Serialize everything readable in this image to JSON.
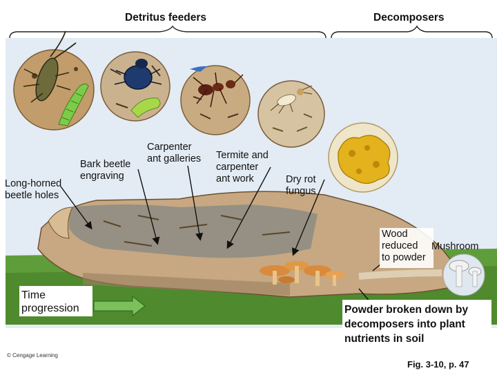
{
  "headers": {
    "detritus": "Detritus feeders",
    "decomposers": "Decomposers"
  },
  "labels": {
    "long_horned": "Long-horned\nbeetle holes",
    "bark_beetle": "Bark beetle\nengraving",
    "carpenter": "Carpenter\nant galleries",
    "termite": "Termite and\ncarpenter\nant work",
    "dry_rot": "Dry rot\nfungus",
    "wood_reduced": "Wood\nreduced\nto powder",
    "mushroom": "Mushroom",
    "time_progression": "Time\nprogression",
    "powder": "Powder broken down by\ndecomposers into plant\nnutrients in soil",
    "copyright": "© Cengage Learning",
    "fig": "Fig. 3-10, p. 47"
  },
  "colors": {
    "sky": "#e3ebf4",
    "grass": "#5f9d3a",
    "log_tan": "#c7a882",
    "log_gray": "#8c8c84",
    "arrow_green": "#7cc05c",
    "fungus_yellow": "#e3b21c",
    "mushroom_orange": "#d98a3c"
  }
}
